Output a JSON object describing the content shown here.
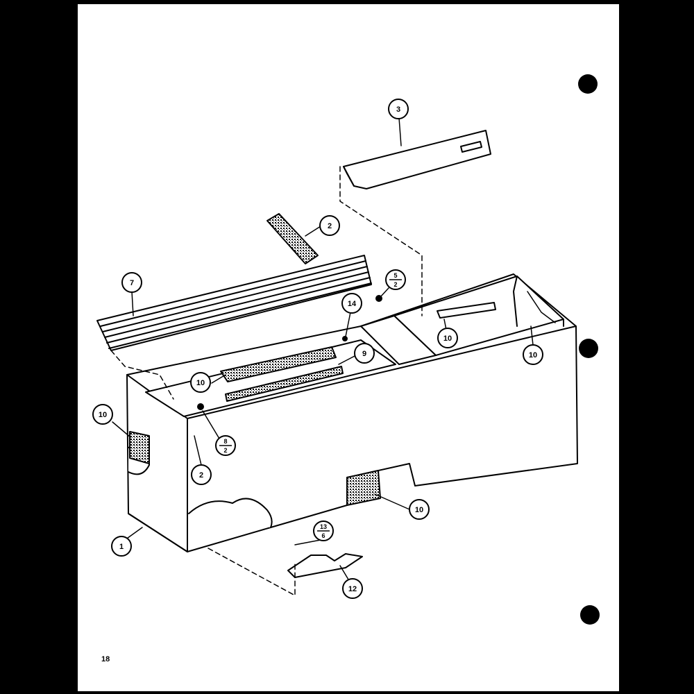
{
  "page_number": "18",
  "callouts": {
    "c1": "1",
    "c2a": "2",
    "c2b": "2",
    "c3": "3",
    "c5_num": "5",
    "c5_den": "2",
    "c7": "7",
    "c8_num": "8",
    "c8_den": "2",
    "c9": "9",
    "c10a": "10",
    "c10b": "10",
    "c10c": "10",
    "c10d": "10",
    "c10e": "10",
    "c12": "12",
    "c13_num": "13",
    "c13_den": "6",
    "c14": "14"
  },
  "colors": {
    "ink": "#000000",
    "paper": "#ffffff",
    "background": "#000000"
  }
}
